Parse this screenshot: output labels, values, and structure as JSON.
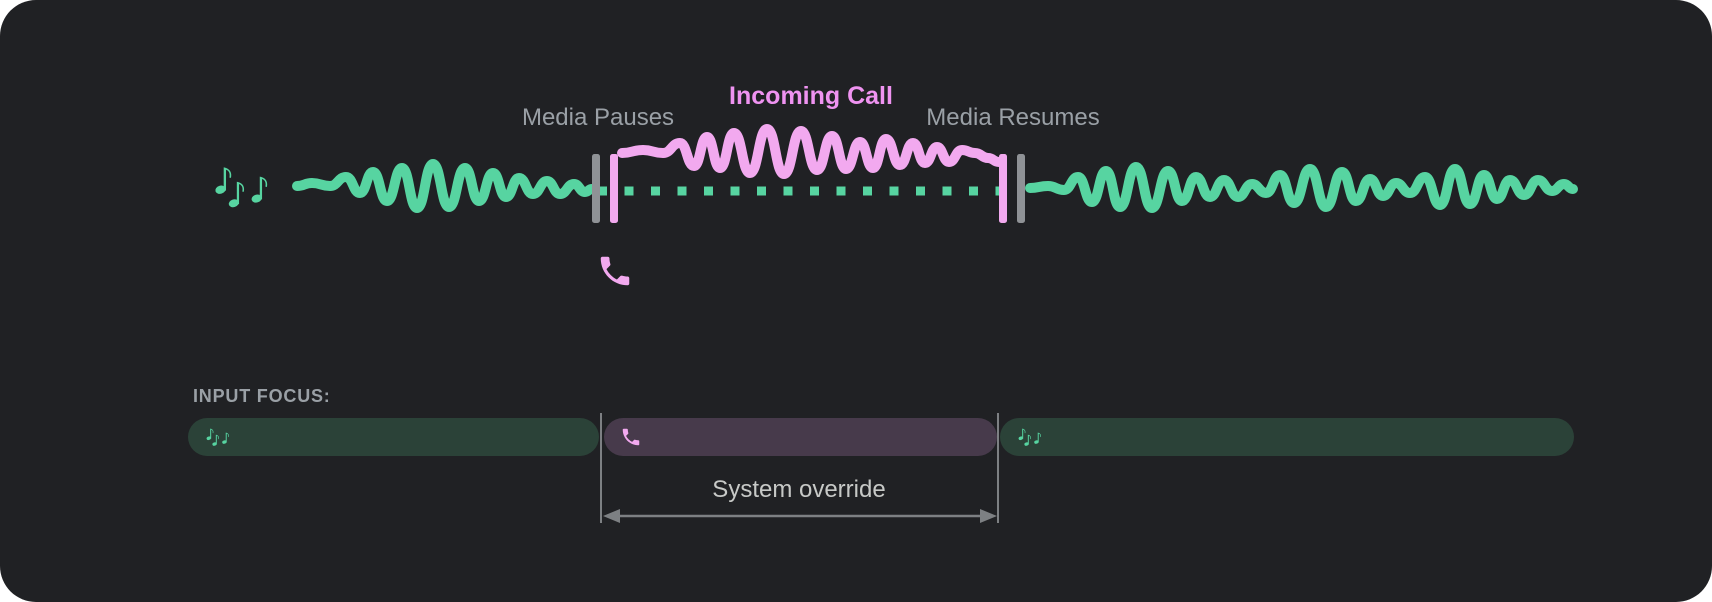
{
  "colors": {
    "background": "#ffffff",
    "canvas": "#202124",
    "media_green": "#57d4a1",
    "call_pink": "#f2a9ef",
    "incoming_call_text": "#ef93f1",
    "marker_gray": "#8f9296",
    "label_gray": "#9aa0a6",
    "override_label_gray": "#c7c9c7",
    "guide_gray": "#7d8083",
    "focus_media_bg": "#2b4238",
    "focus_call_bg": "#473a4b"
  },
  "timeline": {
    "media_pauses_label": "Media Pauses",
    "incoming_call_label": "Incoming Call",
    "media_resumes_label": "Media Resumes",
    "icons": {
      "media": "music-notes-icon",
      "call": "phone-icon",
      "pause_marker": "pause-bars-icon",
      "resume_marker": "resume-bars-icon",
      "ducked_media": "dotted-line"
    }
  },
  "input_focus": {
    "label": "INPUT FOCUS:",
    "system_override_label": "System override",
    "segments": [
      {
        "type": "media",
        "icon": "music-notes-icon"
      },
      {
        "type": "call",
        "icon": "phone-icon"
      },
      {
        "type": "media",
        "icon": "music-notes-icon"
      }
    ]
  }
}
